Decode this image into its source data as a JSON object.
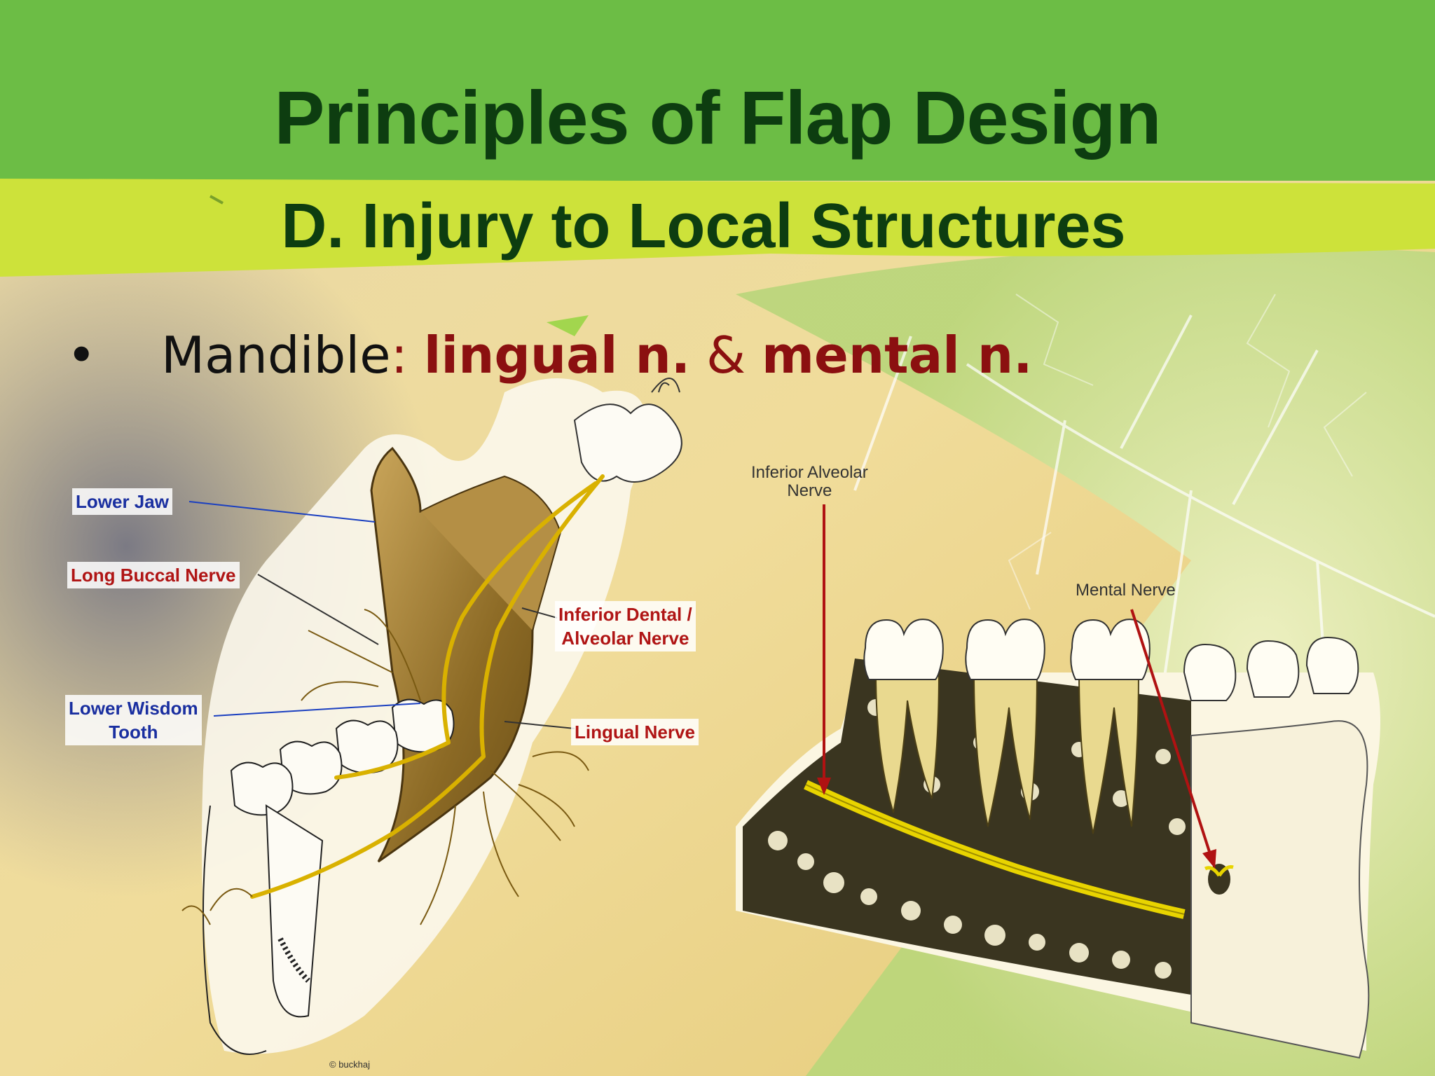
{
  "title": "Principles of Flap Design",
  "subtitle": "D. Injury to Local Structures",
  "bullet": {
    "symbol": "•",
    "lead": "Mandible",
    "colon": ": ",
    "term1": "lingual n.",
    "amp": " & ",
    "term2": "mental n."
  },
  "left_figure": {
    "labels": {
      "lower_jaw": "Lower Jaw",
      "long_buccal": "Long Buccal Nerve",
      "inferior_dental_1": "Inferior Dental /",
      "inferior_dental_2": "Alveolar Nerve",
      "wisdom_1": "Lower Wisdom",
      "wisdom_2": "Tooth",
      "lingual": "Lingual Nerve",
      "credit": "© buckhaj"
    }
  },
  "right_figure": {
    "labels": {
      "ian_1": "Inferior Alveolar",
      "ian_2": "Nerve",
      "mental": "Mental Nerve"
    }
  },
  "colors": {
    "title_green": "#0d3d10",
    "header_green": "#6cbd45",
    "band_yellow": "#cde23a",
    "highlight_red": "#8b1010",
    "nerve_yellow": "#e8d400"
  }
}
